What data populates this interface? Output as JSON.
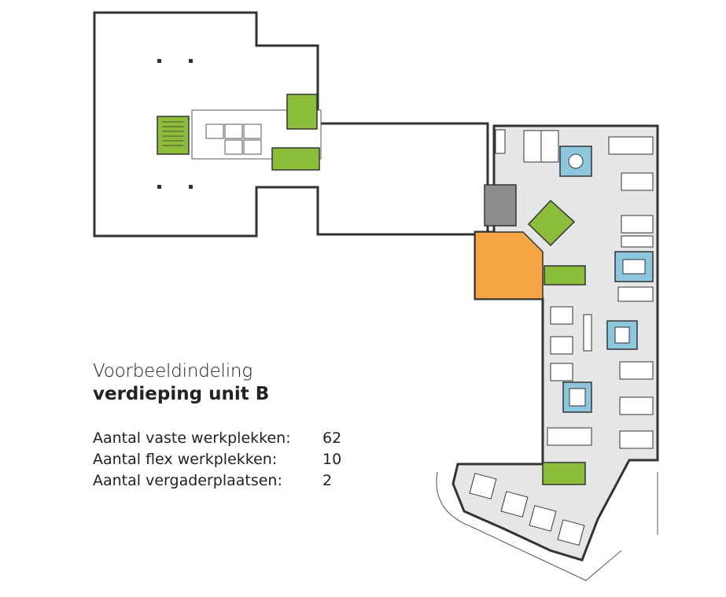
{
  "caption": {
    "title": "Voorbeeldindeling",
    "subtitle": "verdieping unit B"
  },
  "stats": [
    {
      "label": "Aantal vaste werkplekken:",
      "value": "62"
    },
    {
      "label": "Aantal flex werkplekken:",
      "value": "10"
    },
    {
      "label": "Aantal vergaderplaatsen:",
      "value": "2"
    }
  ],
  "colors": {
    "wall": "#333333",
    "floor_fill": "#e5e6e8",
    "stair_green": "#8cbd3a",
    "meeting_blue": "#8ec6dd",
    "kitchen_orange": "#f5a544",
    "toilet_grey": "#8c8c8c",
    "furniture": "#ffffff"
  },
  "icons": [
    "stairwell-icon",
    "toilet-icon",
    "desk-cluster-icon",
    "meeting-table-icon",
    "column-icon"
  ]
}
